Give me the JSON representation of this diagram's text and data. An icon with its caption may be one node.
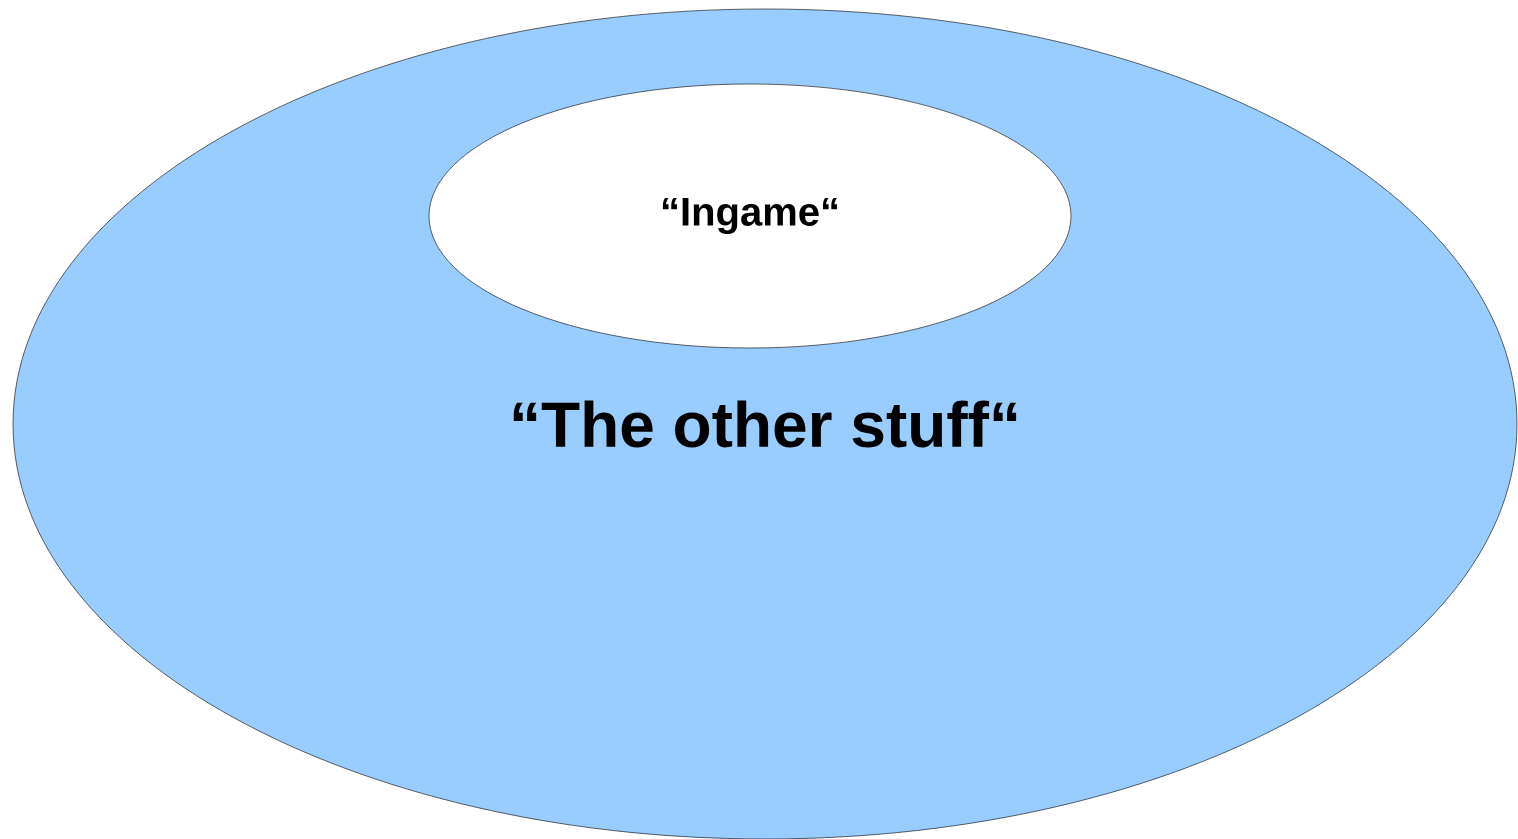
{
  "diagram": {
    "nodes": [
      {
        "text": [
          "“The other stuff“"
        ]
      },
      {
        "text": [
          "“Ingame“"
        ],
        "in": 0
      }
    ]
  }
}
